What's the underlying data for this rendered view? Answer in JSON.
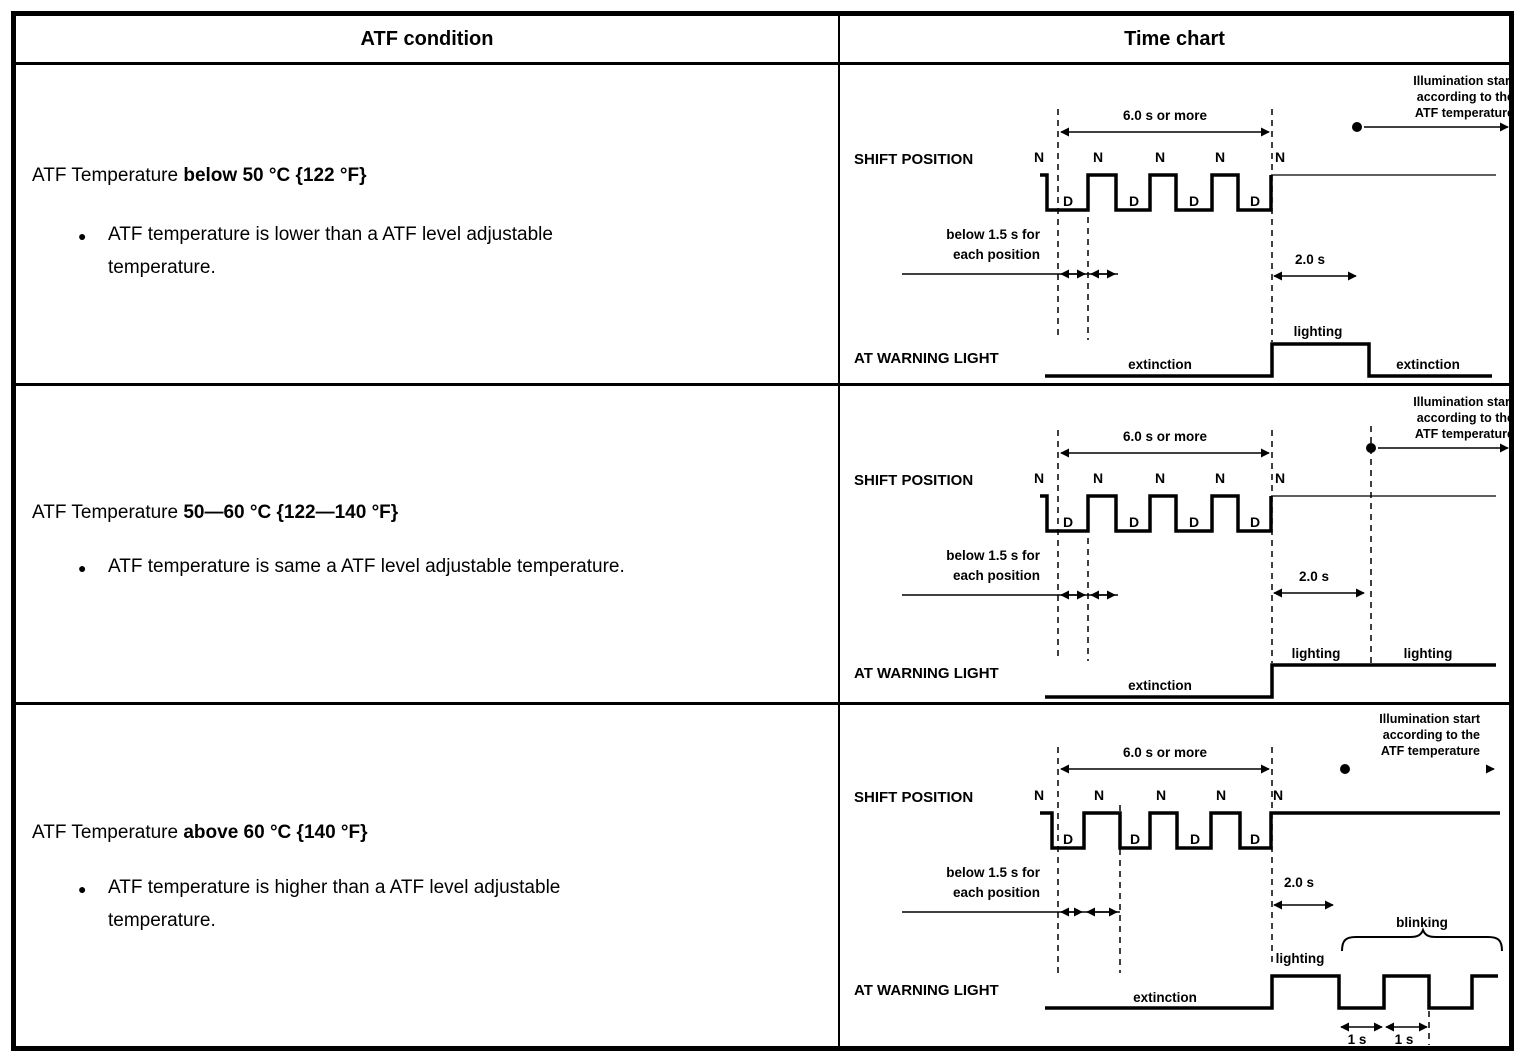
{
  "header": {
    "atf_condition": "ATF condition",
    "time_chart": "Time chart"
  },
  "rows": [
    {
      "condition_prefix": "ATF Temperature ",
      "condition_bold": "below 50 °C {122 °F}",
      "bullet_glyph": "●",
      "bullet_line1": "ATF temperature is lower than a ATF level adjustable",
      "bullet_line2": "temperature.",
      "chart": {
        "illumination_note_1": "Illumination start",
        "illumination_note_2": "according to the",
        "illumination_note_3": "ATF temperature",
        "duration_label": "6.0 s or more",
        "shift_position_label": "SHIFT POSITION",
        "n1": "N",
        "n2": "N",
        "n3": "N",
        "n4": "N",
        "n5": "N",
        "d1": "D",
        "d2": "D",
        "d3": "D",
        "d4": "D",
        "below_note_1": "below 1.5 s for",
        "below_note_2": "each position",
        "delay_label": "2.0 s",
        "warning_label": "AT WARNING LIGHT",
        "extinction_label": "extinction",
        "lighting_label": "lighting",
        "extinction2_label": "extinction"
      }
    },
    {
      "condition_prefix": "ATF Temperature ",
      "condition_bold": "50—60 °C {122—140 °F}",
      "bullet_glyph": "●",
      "bullet_line1": "ATF temperature is same a ATF level adjustable temperature.",
      "chart": {
        "illumination_note_1": "Illumination start",
        "illumination_note_2": "according to the",
        "illumination_note_3": "ATF temperature",
        "duration_label": "6.0 s or more",
        "shift_position_label": "SHIFT POSITION",
        "n1": "N",
        "n2": "N",
        "n3": "N",
        "n4": "N",
        "n5": "N",
        "d1": "D",
        "d2": "D",
        "d3": "D",
        "d4": "D",
        "below_note_1": "below 1.5 s for",
        "below_note_2": "each position",
        "delay_label": "2.0 s",
        "warning_label": "AT WARNING LIGHT",
        "extinction_label": "extinction",
        "lighting_label": "lighting",
        "lighting2_label": "lighting"
      }
    },
    {
      "condition_prefix": "ATF Temperature ",
      "condition_bold": "above 60 °C {140 °F}",
      "bullet_glyph": "●",
      "bullet_line1": "ATF temperature is higher than a ATF level adjustable",
      "bullet_line2": "temperature.",
      "chart": {
        "illumination_note_1": "Illumination start",
        "illumination_note_2": "according to the",
        "illumination_note_3": "ATF temperature",
        "duration_label": "6.0 s or more",
        "shift_position_label": "SHIFT POSITION",
        "n1": "N",
        "n2": "N",
        "n3": "N",
        "n4": "N",
        "n5": "N",
        "d1": "D",
        "d2": "D",
        "d3": "D",
        "d4": "D",
        "below_note_1": "below 1.5 s for",
        "below_note_2": "each position",
        "delay_label": "2.0 s",
        "warning_label": "AT WARNING LIGHT",
        "extinction_label": "extinction",
        "lighting_label": "lighting",
        "blinking_label": "blinking",
        "sec1_label": "1 s",
        "sec2_label": "1 s"
      }
    }
  ]
}
